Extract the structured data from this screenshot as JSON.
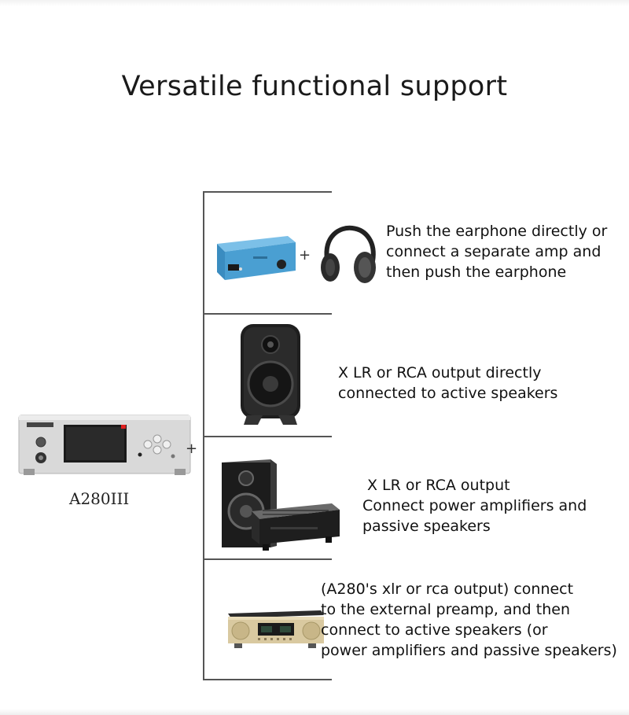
{
  "title": "Versatile functional support",
  "main_device": {
    "model_label": "A280III"
  },
  "connector_plus": "+",
  "options": [
    {
      "plus": "+",
      "lines": [
        "Push the earphone directly or",
        "connect a separate amp and",
        "then push the earphone"
      ]
    },
    {
      "lines": [
        "X LR or RCA output directly",
        "connected to active speakers"
      ]
    },
    {
      "lines": [
        "X LR or RCA output",
        "Connect power amplifiers and",
        "passive speakers"
      ]
    },
    {
      "lines": [
        "(A280's xlr or rca output) connect",
        "to the external preamp, and then",
        "connect to active speakers (or",
        "power amplifiers and passive speakers)"
      ]
    }
  ],
  "colors": {
    "line": "#555555",
    "amp_blue": "#4a9fd2",
    "silver": "#d8d8d8",
    "gold": "#d9c9a0"
  },
  "icons": [
    "headphone-amp-icon",
    "headphones-icon",
    "active-speaker-icon",
    "bookshelf-speaker-icon",
    "power-amplifier-icon",
    "preamp-icon",
    "main-device-icon"
  ]
}
